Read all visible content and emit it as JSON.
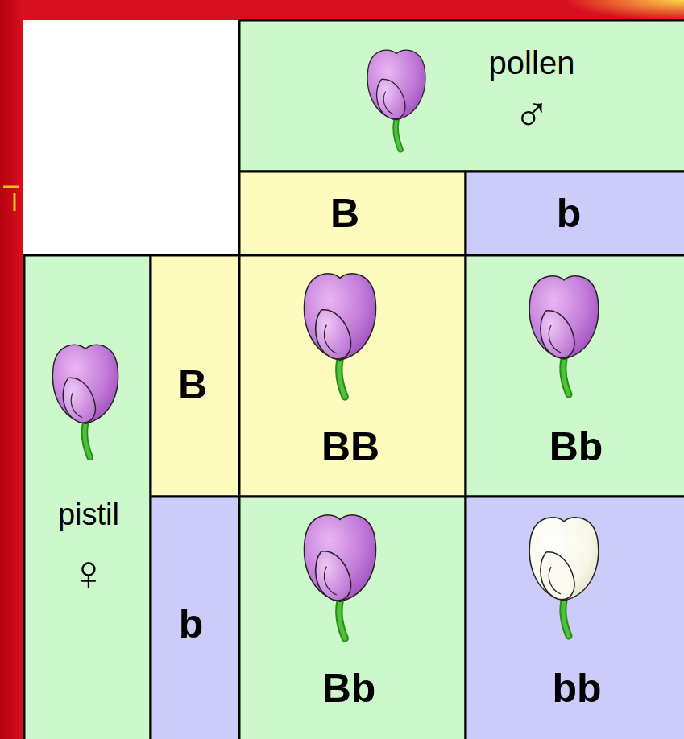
{
  "diagram": {
    "nodes": [
      {
        "text": [
          "pollen",
          "♂"
        ]
      },
      {
        "text": [
          "B"
        ]
      },
      {
        "text": [
          "b"
        ]
      },
      {
        "text": [
          "pistil",
          "♀"
        ]
      },
      {
        "text": [
          "B"
        ]
      },
      {
        "text": [
          "BB"
        ]
      },
      {
        "text": [
          "Bb"
        ]
      },
      {
        "text": [
          "b"
        ]
      },
      {
        "text": [
          "Bb"
        ]
      },
      {
        "text": [
          "bb"
        ]
      }
    ]
  }
}
